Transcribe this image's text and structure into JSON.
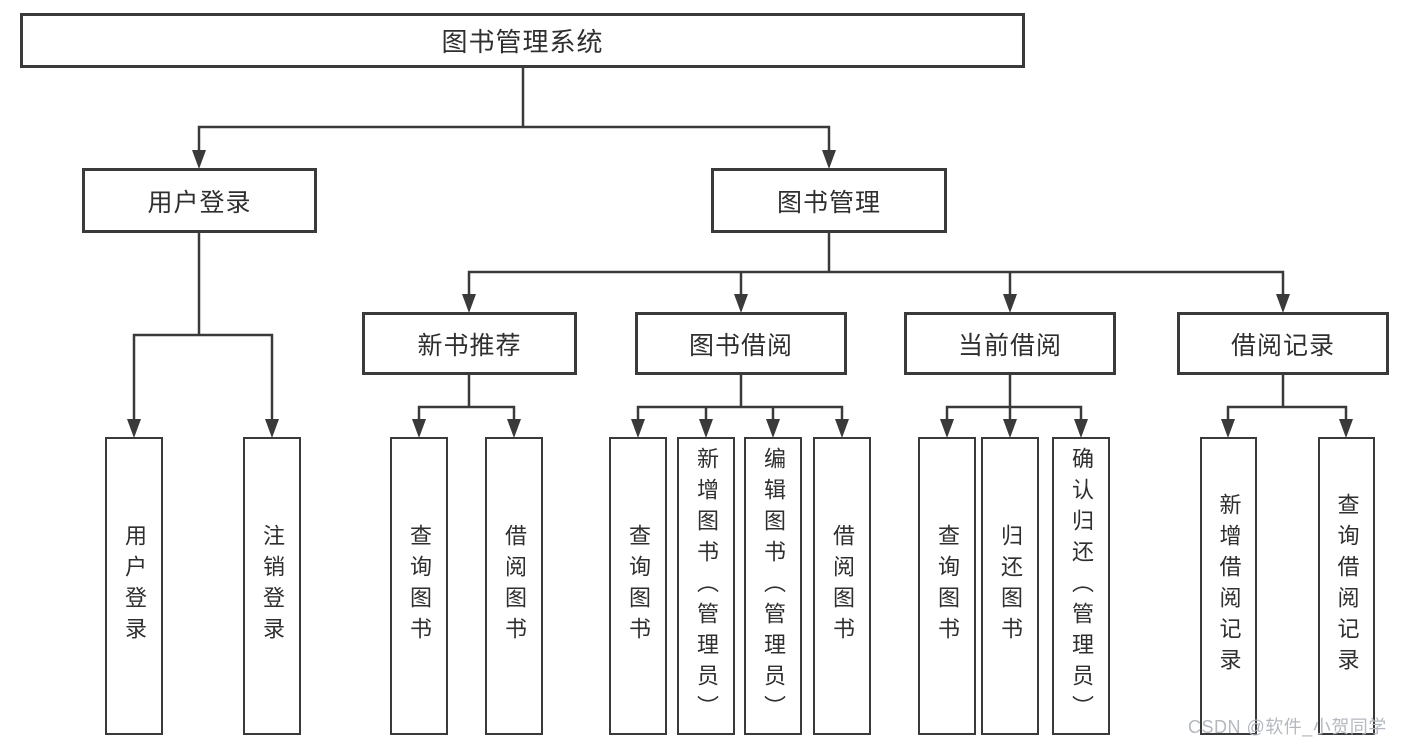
{
  "diagram": {
    "root_label": "图书管理系统",
    "level2": [
      "用户登录",
      "图书管理"
    ],
    "level3": [
      "新书推荐",
      "图书借阅",
      "当前借阅",
      "借阅记录"
    ],
    "leaves": [
      [
        "用户登录",
        "注销登录"
      ],
      [
        "查询图书",
        "借阅图书"
      ],
      [
        "查询图书",
        "新增图书（管理员）",
        "编辑图书（管理员）",
        "借阅图书"
      ],
      [
        "查询图书",
        "归还图书",
        "确认归还（管理员）"
      ],
      [
        "新增借阅记录",
        "查询借阅记录"
      ]
    ]
  },
  "watermark": "CSDN @软件_小贺同学",
  "colors": {
    "line": "#3a3a3a",
    "box_border": "#3a3a3a",
    "text": "#2f2f2f",
    "watermark_text": "#b4b9c0",
    "background": "#ffffff"
  }
}
